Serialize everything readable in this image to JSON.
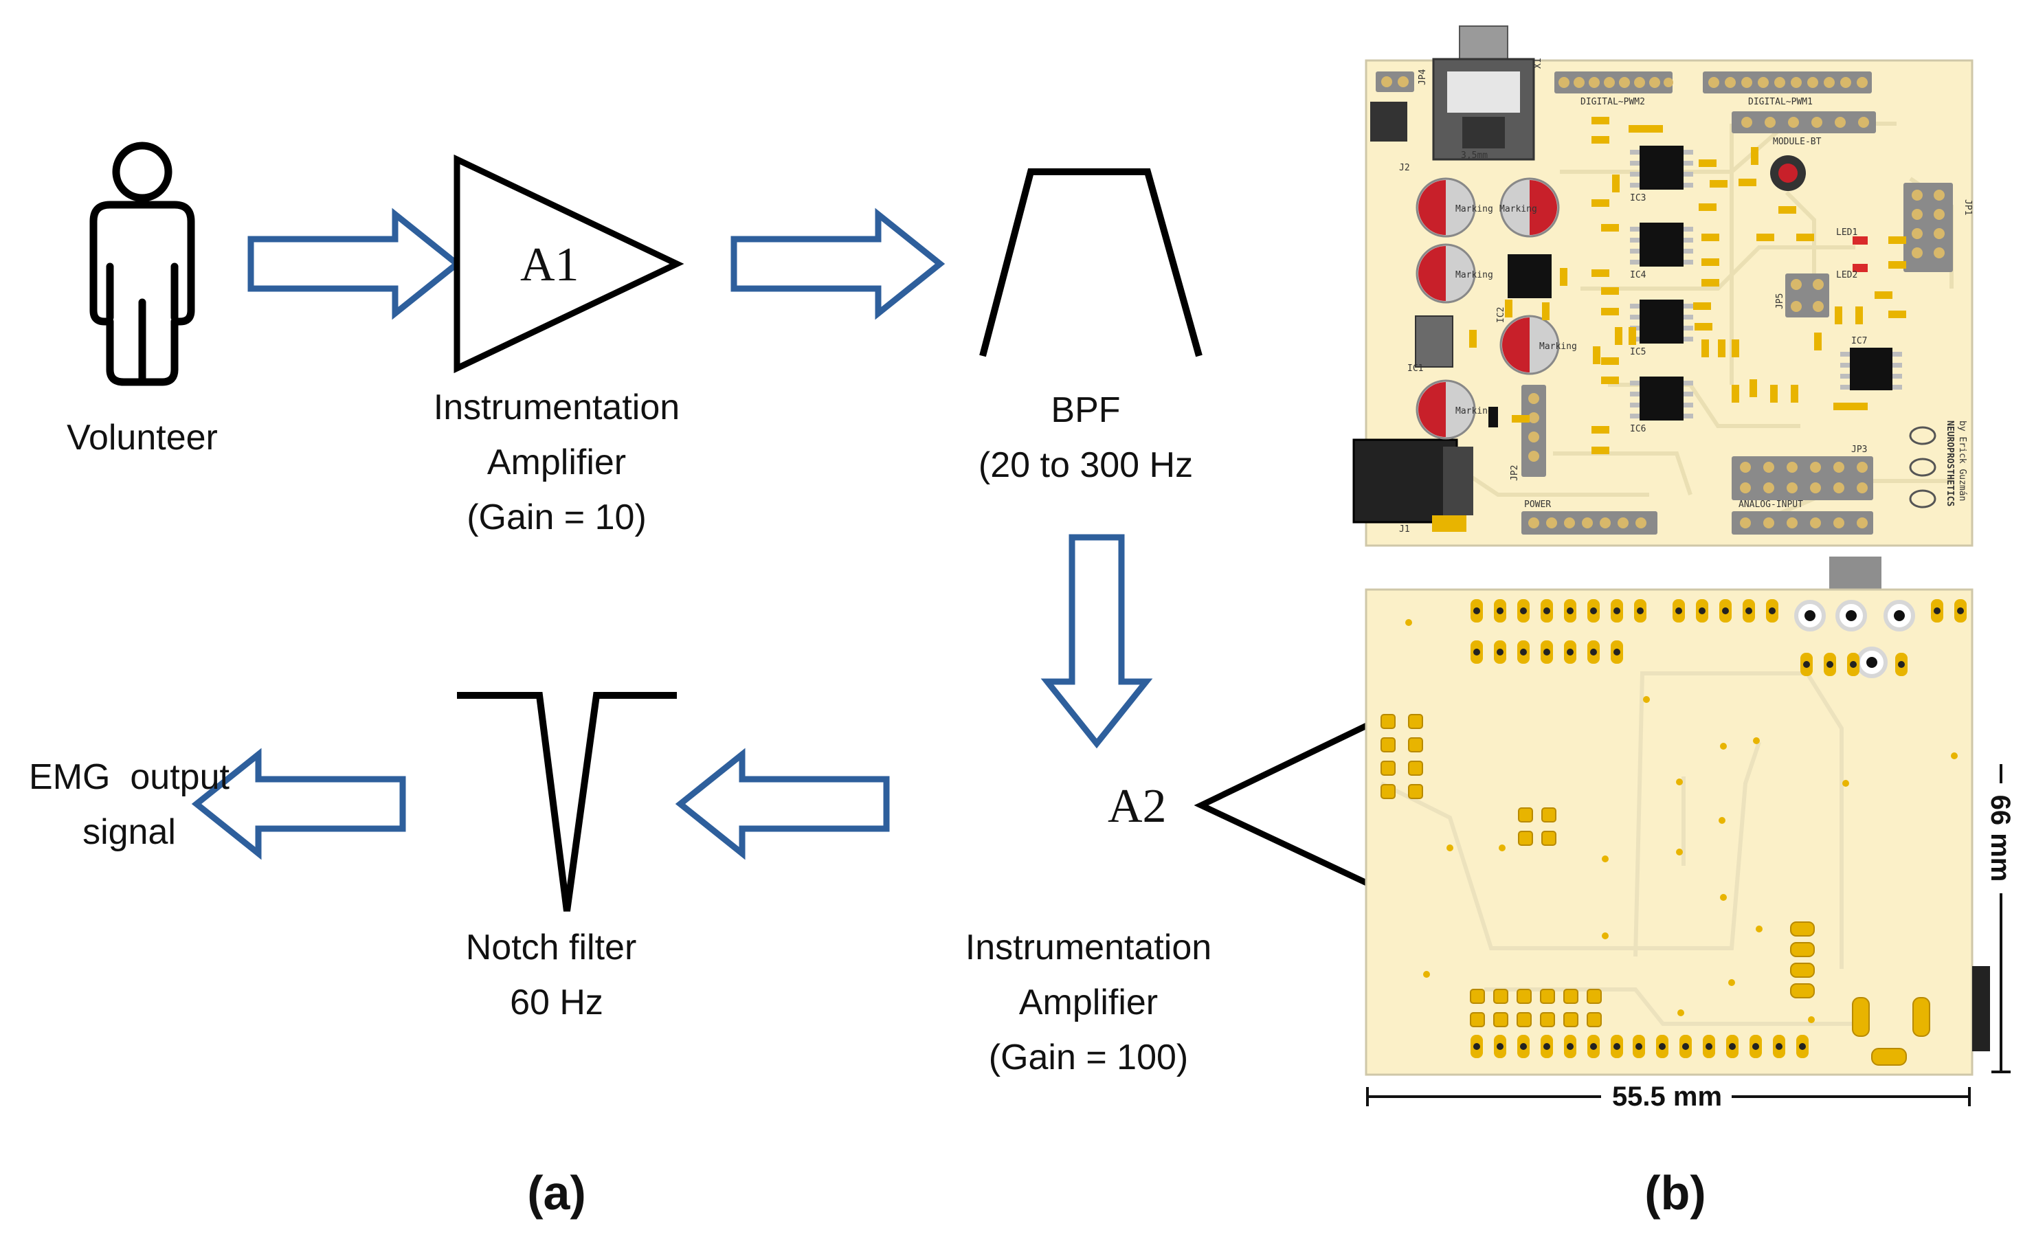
{
  "panel_a": {
    "volunteer_label": "Volunteer",
    "amp1": {
      "symbol": "A1",
      "line1": "Instrumentation",
      "line2": "Amplifier",
      "line3": "(Gain = 10)"
    },
    "bpf": {
      "line1": "BPF",
      "line2": "(20 to 300 Hz"
    },
    "amp2": {
      "symbol": "A2",
      "line1": "Instrumentation",
      "line2": "Amplifier",
      "line3": "(Gain = 100)"
    },
    "notch": {
      "line1": "Notch filter",
      "line2": "60 Hz"
    },
    "output": {
      "line1": "EMG  output",
      "line2": "signal"
    },
    "caption": "(a)"
  },
  "panel_b": {
    "caption": "(b)",
    "width_dim": "55.5 mm",
    "height_dim": "66 mm",
    "silkscreen": {
      "digital_pwm2": "DIGITAL~PWM2",
      "digital_pwm1": "DIGITAL~PWM1",
      "module_bt": "MODULE-BT",
      "power": "POWER",
      "analog_input": "ANALOG-INPUT",
      "brand": "NEUROPROSTHETICS",
      "author": "by Erick Guzmán",
      "jp1": "JP1",
      "jp2": "JP2",
      "jp3": "JP3",
      "jp4": "JP4",
      "jp5": "JP5",
      "j1": "J1",
      "j2": "J2",
      "x1": "X1",
      "led1": "LED1",
      "led2": "LED2",
      "ic1": "IC1",
      "ic2": "IC2",
      "ic3": "IC3",
      "ic4": "IC4",
      "ic5": "IC5",
      "ic6": "IC6",
      "ic7": "IC7",
      "cap_marking": "Marking",
      "jack_size": "3,5mm"
    },
    "colors": {
      "board": "#fbf0c8",
      "pad": "#e8b400",
      "arrow": "#2e5f9c"
    }
  }
}
